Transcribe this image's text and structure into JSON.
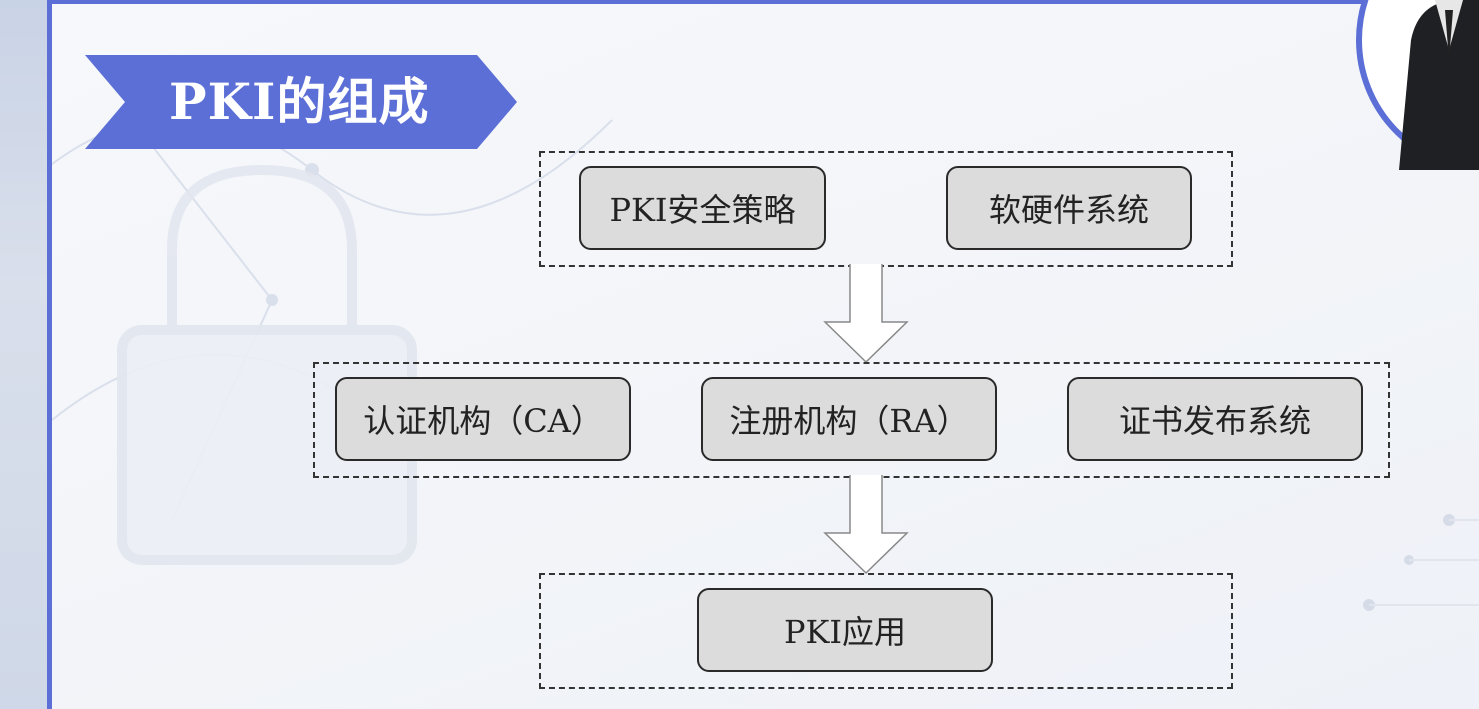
{
  "slide": {
    "title": "PKI的组成"
  },
  "diagram": {
    "groups": [
      {
        "id": "top",
        "nodes": [
          {
            "id": "pki-policy",
            "label": "PKI安全策略"
          },
          {
            "id": "hw-sw-system",
            "label": "软硬件系统"
          }
        ]
      },
      {
        "id": "middle",
        "nodes": [
          {
            "id": "ca",
            "label": "认证机构（CA）"
          },
          {
            "id": "ra",
            "label": "注册机构（RA）"
          },
          {
            "id": "cert-publish",
            "label": "证书发布系统"
          }
        ]
      },
      {
        "id": "bottom",
        "nodes": [
          {
            "id": "pki-app",
            "label": "PKI应用"
          }
        ]
      }
    ],
    "edges": [
      {
        "from": "top",
        "to": "middle"
      },
      {
        "from": "middle",
        "to": "bottom"
      }
    ]
  },
  "colors": {
    "accent": "#5b6fd6",
    "node_fill": "#dcdcdc",
    "node_border": "#2a2a2a"
  }
}
